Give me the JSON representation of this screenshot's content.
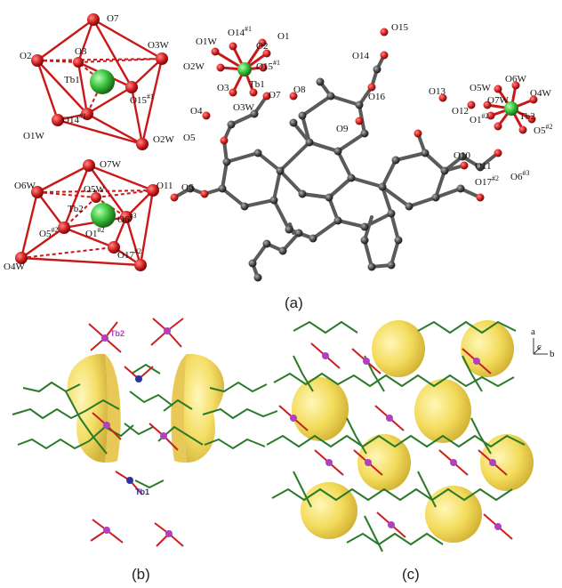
{
  "captions": {
    "a": "(a)",
    "b": "(b)",
    "c": "(c)"
  },
  "polyhedron1": {
    "center": "Tb1",
    "labels": [
      "O7",
      "O2",
      "O3",
      "O3W",
      "O15",
      "O14",
      "O1W",
      "O2W"
    ],
    "sup_14": "#1",
    "sup_15": "#1"
  },
  "polyhedron2": {
    "center": "Tb2",
    "labels": [
      "O7W",
      "O6W",
      "O5W",
      "O11",
      "O6",
      "O5",
      "O1",
      "O17",
      "O4W"
    ],
    "sup_6": "#3",
    "sup_5": "#2",
    "sup_1": "#2",
    "sup_17": "#2"
  },
  "molecule": {
    "tb1": "Tb1",
    "tb2": "Tb2",
    "left_labels": [
      "O1W",
      "O14",
      "O2",
      "O1",
      "O2W",
      "O15",
      "O3",
      "O7",
      "O8",
      "O4",
      "O3W",
      "O5",
      "O6"
    ],
    "mid_labels": [
      "O15",
      "O14",
      "O16",
      "O13",
      "O12",
      "O9",
      "O10",
      "O11"
    ],
    "right_labels": [
      "O6W",
      "O5W",
      "O7W",
      "O4W",
      "O1",
      "O5",
      "O17",
      "O6"
    ],
    "sup1": "#1",
    "sup2": "#2",
    "sup3": "#3"
  },
  "panel_b": {
    "tb1": "Tb1",
    "tb2": "Tb2"
  },
  "panel_c": {
    "axis_a": "a",
    "axis_b": "b",
    "axis_c": "c"
  },
  "colors": {
    "oxygen": "#d42020",
    "terbium": "#3cc33c",
    "carbon": "#4a4a4a",
    "bond_green": "#2a7a2a",
    "void": "#f2d84a",
    "tb_magenta": "#b040c0",
    "tb_blue": "#3030a0"
  }
}
